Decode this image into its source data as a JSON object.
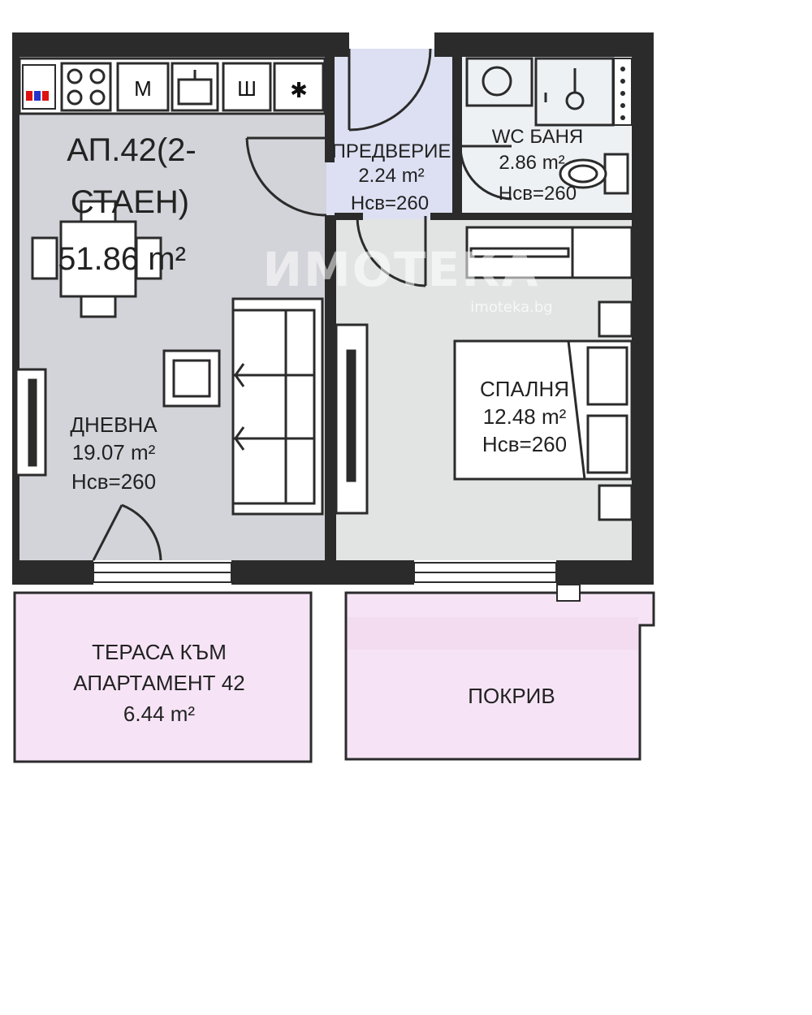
{
  "apartment": {
    "title_line1": "АП.42(2-",
    "title_line2": "СТАЕН)",
    "area": "51.86 m²"
  },
  "rooms": {
    "living": {
      "name": "ДНЕВНА",
      "area": "19.07 m²",
      "height": "Нсв=260"
    },
    "hall": {
      "name": "ПРЕДВЕРИЕ",
      "area": "2.24 m²",
      "height": "Нсв=260"
    },
    "bath": {
      "name": "WC БАНЯ",
      "area": "2.86 m²",
      "height": "Нсв=260"
    },
    "bedroom": {
      "name": "СПАЛНЯ",
      "area": "12.48 m²",
      "height": "Нсв=260"
    },
    "terrace": {
      "line1": "ТЕРАСА КЪМ",
      "line2": "АПАРТАМЕНТ 42",
      "area": "6.44 m²"
    },
    "roof": {
      "name": "ПОКРИВ"
    }
  },
  "kitchen": {
    "washer_label": "M",
    "dishwasher_label": "Ш",
    "fridge_label": "✱"
  },
  "watermark": {
    "brand": "ИМОТЕКА",
    "site": "imoteka.bg"
  },
  "colors": {
    "living_fill": "#d3d3da",
    "bedroom_fill": "#e2e4e4",
    "hall_fill": "#dde0f2",
    "bath_fill": "#eef1f4",
    "terrace_fill": "#f6e4f6",
    "roof_fill": "#f6e4f6",
    "wall": "#2b2b2b"
  }
}
